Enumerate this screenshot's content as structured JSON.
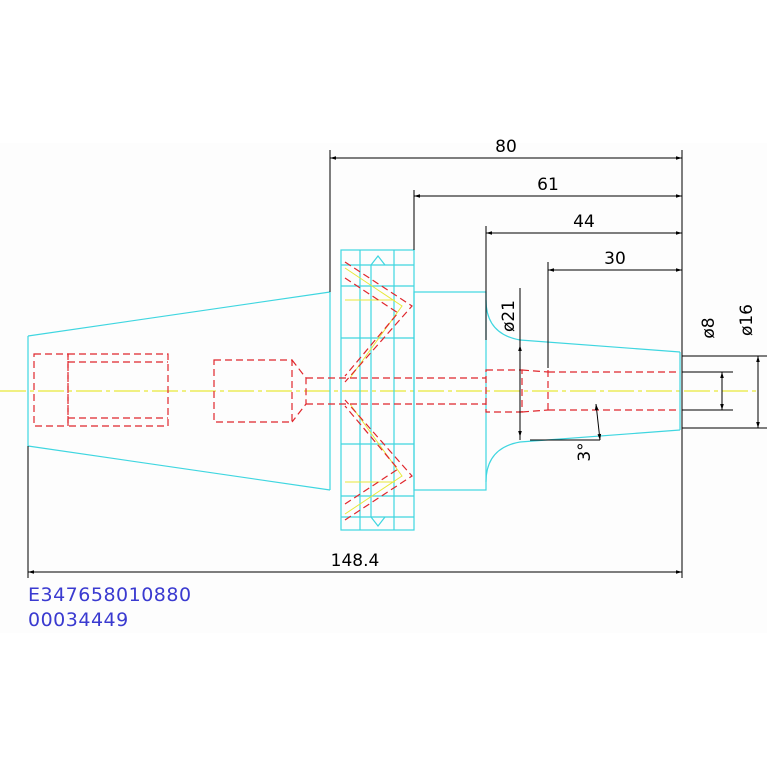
{
  "dimensions": {
    "overall_length": "148.4",
    "d80": "80",
    "d61": "61",
    "d44": "44",
    "d30": "30",
    "dia21": "ø21",
    "dia8": "ø8",
    "dia16": "ø16",
    "taper_angle": "3°"
  },
  "codes": {
    "line1": "E347658010880",
    "line2": "00034449"
  },
  "colors": {
    "outline": "#3fd6e0",
    "hidden": "#e0262c",
    "centerline": "#e8e83a",
    "dimension": "#000000",
    "code_text": "#3a3ad0"
  }
}
